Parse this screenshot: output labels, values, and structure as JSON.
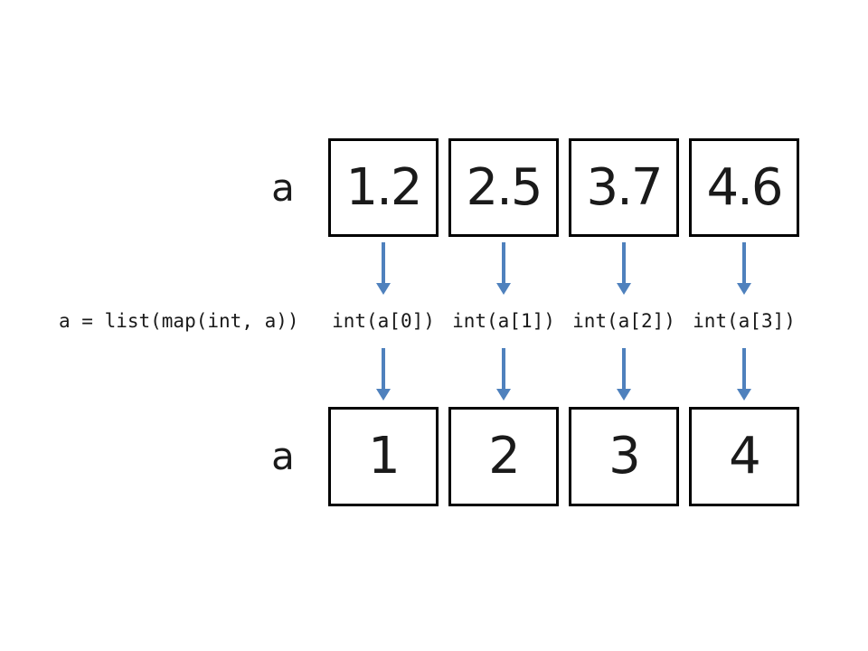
{
  "diagram": {
    "title_semantic": "float-list to int-list conversion diagram",
    "top_row": {
      "label": "a",
      "cells": [
        "1.2",
        "2.5",
        "3.7",
        "4.6"
      ]
    },
    "bottom_row": {
      "label": "a",
      "cells": [
        "1",
        "2",
        "3",
        "4"
      ]
    },
    "code_expression": "a = list(map(int, a))",
    "conversion_labels": [
      "int(a[0])",
      "int(a[1])",
      "int(a[2])",
      "int(a[3])"
    ],
    "icons": {
      "arrow": "down-arrow"
    },
    "colors": {
      "background": "#FFFFFF",
      "box_border": "#000000",
      "text": "#1A1A1A",
      "arrow": "#4F81BD"
    }
  }
}
